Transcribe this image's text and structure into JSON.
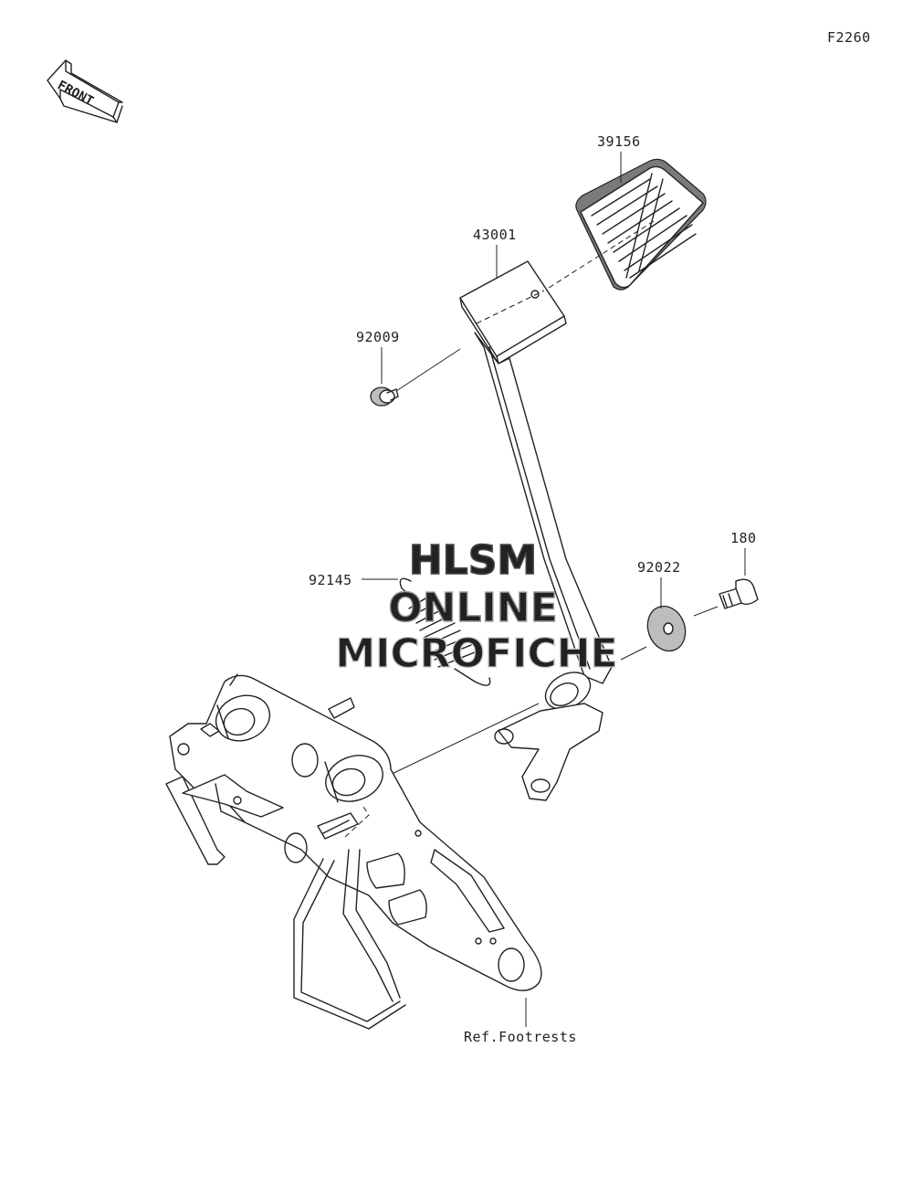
{
  "diagram": {
    "code": "F2260",
    "front_label": "FRONT",
    "watermark": {
      "line1": "HLSM",
      "line2": "ONLINE",
      "line3": "MICROFICHE"
    },
    "parts": [
      {
        "number": "39156"
      },
      {
        "number": "43001"
      },
      {
        "number": "92009"
      },
      {
        "number": "92145"
      },
      {
        "number": "92022"
      },
      {
        "number": "180"
      },
      {
        "number": "Ref.Footrests"
      }
    ]
  }
}
